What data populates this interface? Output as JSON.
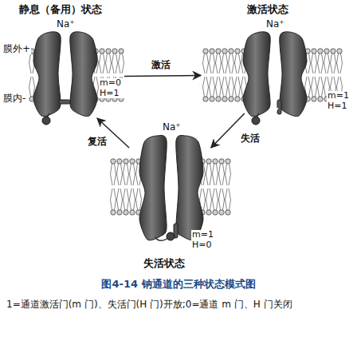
{
  "diagram": {
    "caption": "图4-14 钠通道的三种状态模式图",
    "nodes": [
      {
        "text": [
          "静息（备用）状态",
          "m=0 H=1"
        ]
      },
      {
        "text": [
          "激活状态",
          "m=1 H=1"
        ]
      },
      {
        "text": [
          "失活状态",
          "m=1 H=0"
        ]
      }
    ],
    "edges": [
      {
        "from": 0,
        "to": 1,
        "arrow": "to",
        "label": "激活"
      },
      {
        "from": 1,
        "to": 2,
        "arrow": "to",
        "label": "失活"
      },
      {
        "from": 2,
        "to": 0,
        "arrow": "to",
        "label": "复活"
      }
    ],
    "labels": [
      "膜外+",
      "膜内-",
      "Na⁺",
      "Na⁺",
      "Na⁺",
      "1=通道激活门(m 门)、失活门(H 门)开放;0=通道 m 门、H 门关闭"
    ]
  }
}
